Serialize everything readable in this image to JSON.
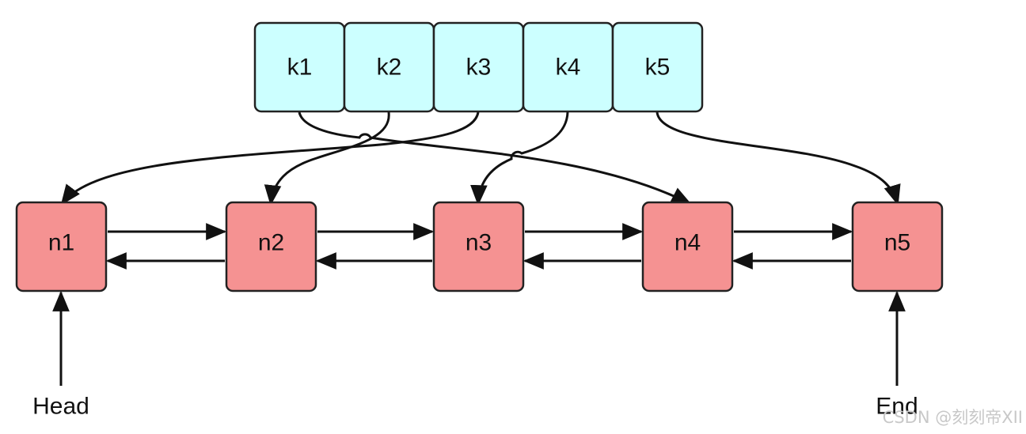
{
  "keys": [
    {
      "label": "k1"
    },
    {
      "label": "k2"
    },
    {
      "label": "k3"
    },
    {
      "label": "k4"
    },
    {
      "label": "k5"
    }
  ],
  "nodes": [
    {
      "label": "n1"
    },
    {
      "label": "n2"
    },
    {
      "label": "n3"
    },
    {
      "label": "n4"
    },
    {
      "label": "n5"
    }
  ],
  "key_to_node": [
    {
      "from": "k1",
      "to": "n4"
    },
    {
      "from": "k2",
      "to": "n2"
    },
    {
      "from": "k3",
      "to": "n1"
    },
    {
      "from": "k4",
      "to": "n3"
    },
    {
      "from": "k5",
      "to": "n5"
    }
  ],
  "head_label": "Head",
  "end_label": "End",
  "watermark": "CSDN @刻刻帝XII",
  "colors": {
    "key_fill": "#ccffff",
    "node_fill": "#f59292",
    "stroke": "#222222",
    "arrow": "#111111"
  }
}
